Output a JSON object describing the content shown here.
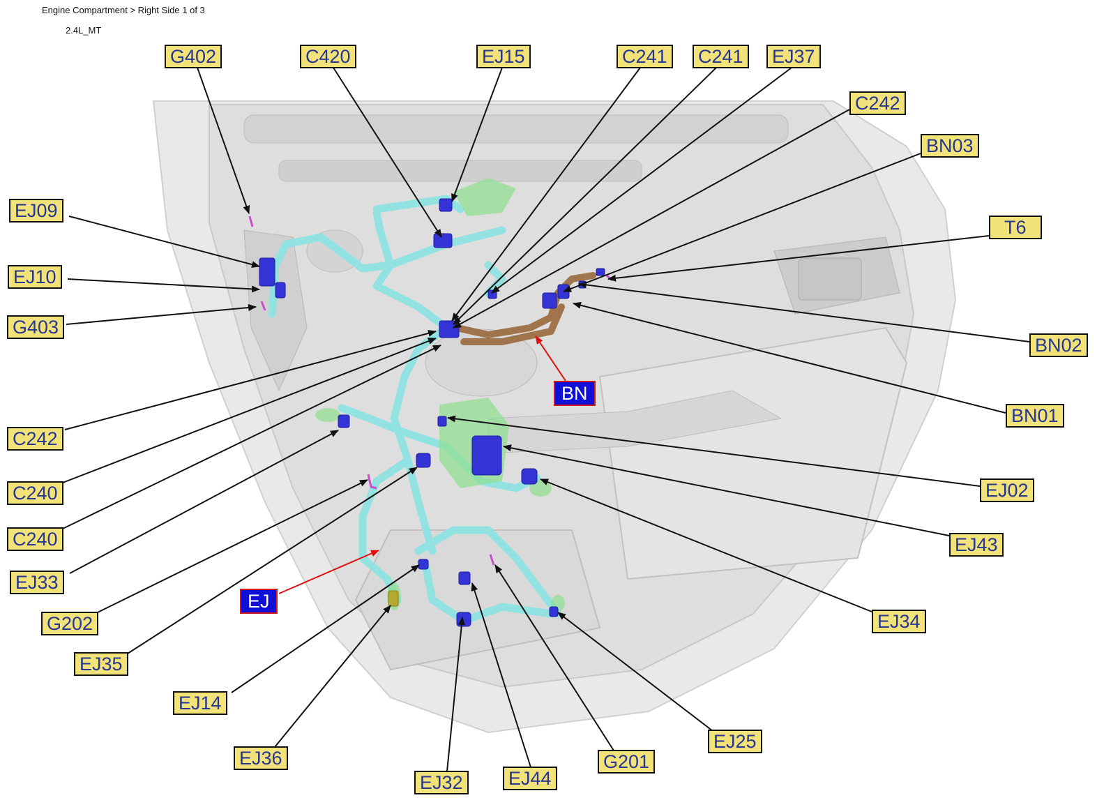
{
  "header": {
    "breadcrumb": "Engine Compartment > Right Side 1 of 3",
    "variant": "2.4L_MT"
  },
  "colors": {
    "label_fill": "#f2e27a",
    "label_text": "#27378f",
    "harness_tag_fill": "#0f0fd8",
    "harness_tag_border": "#d01818",
    "harness_ej": "#8fe3e3",
    "harness_bn": "#9a6a3c",
    "connector": "#3434d6",
    "ground": "#c94fd0"
  },
  "labels": {
    "g402": "G402",
    "c420": "C420",
    "ej15": "EJ15",
    "c241_a": "C241",
    "c241_b": "C241",
    "ej37": "EJ37",
    "c242_top": "C242",
    "bn03": "BN03",
    "t6": "T6",
    "ej09": "EJ09",
    "ej10": "EJ10",
    "g403": "G403",
    "bn02": "BN02",
    "bn01": "BN01",
    "c242_left": "C242",
    "c240_a": "C240",
    "c240_b": "C240",
    "ej02": "EJ02",
    "ej43": "EJ43",
    "ej33": "EJ33",
    "ej34": "EJ34",
    "g202": "G202",
    "ej35": "EJ35",
    "ej14": "EJ14",
    "ej25": "EJ25",
    "ej36": "EJ36",
    "g201": "G201",
    "ej32": "EJ32",
    "ej44": "EJ44"
  },
  "harness_tags": {
    "bn": "BN",
    "ej": "EJ"
  }
}
